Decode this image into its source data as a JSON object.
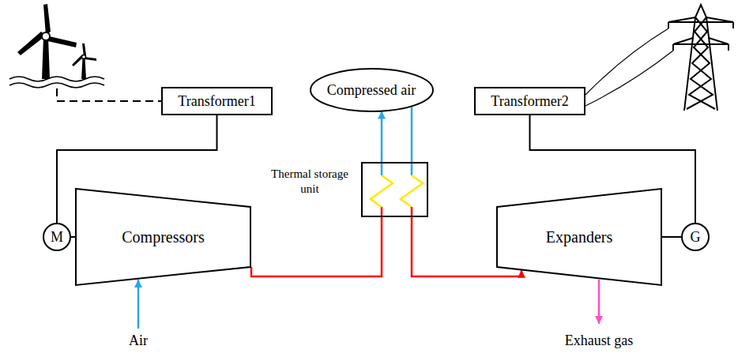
{
  "diagram": {
    "nodes": [
      {
        "text": [
          "Transformer1"
        ]
      },
      {
        "text": [
          "Compressed air"
        ]
      },
      {
        "text": [
          "Transformer2"
        ]
      },
      {
        "text": [
          "Thermal storage unit"
        ]
      },
      {
        "text": [
          "M"
        ]
      },
      {
        "text": [
          "Compressors"
        ]
      },
      {
        "text": [
          "Expanders"
        ]
      },
      {
        "text": [
          "G"
        ]
      }
    ],
    "edges": [
      {
        "from": 0,
        "to": 4,
        "arrow": "none"
      },
      {
        "from": 2,
        "to": 7,
        "arrow": "none"
      },
      {
        "from": 4,
        "to": 5,
        "arrow": "none"
      },
      {
        "from": 6,
        "to": 7,
        "arrow": "none"
      },
      {
        "from": 5,
        "to": 3,
        "arrow": "none"
      },
      {
        "from": 3,
        "to": 1,
        "arrow": "to"
      },
      {
        "from": 1,
        "to": 3,
        "arrow": "none"
      },
      {
        "from": 3,
        "to": 6,
        "arrow": "to"
      }
    ],
    "labels": [
      "Air",
      "Exhaust gas"
    ]
  }
}
